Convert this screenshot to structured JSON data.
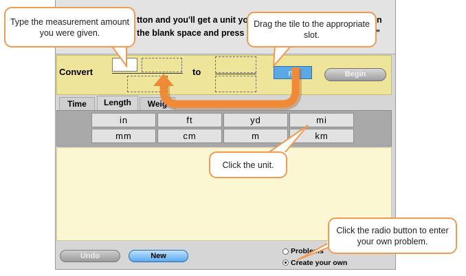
{
  "instructions": {
    "line1": "tton and you'll get a unit you",
    "line1_right": "n",
    "line2": "the blank space and press",
    "line2_right": "\""
  },
  "converter": {
    "convert_label": "Convert",
    "to_label": "to",
    "tile_label": "mi",
    "begin_label": "Begin"
  },
  "tabs": [
    {
      "label": "Time"
    },
    {
      "label": "Length"
    },
    {
      "label": "Weig"
    }
  ],
  "units": {
    "row1": [
      "in",
      "ft",
      "yd",
      "mi"
    ],
    "row2": [
      "mm",
      "cm",
      "m",
      "km"
    ]
  },
  "bottom": {
    "undo_label": "Undo",
    "new_label": "New",
    "radio_problems": "Problems",
    "radio_create": "Create your own"
  },
  "callouts": {
    "measurement": "Type the measurement amount you were given.",
    "drag": "Drag the tile to the appropriate slot.",
    "click_unit": "Click the unit.",
    "radio": "Click the radio button to enter your own problem."
  },
  "colors": {
    "callout_border": "#f19a52",
    "arrow": "#f08a36",
    "tile": "#5aa9e6",
    "converter_bg": "#efe59a",
    "work_area_bg": "#fbf7d2"
  }
}
